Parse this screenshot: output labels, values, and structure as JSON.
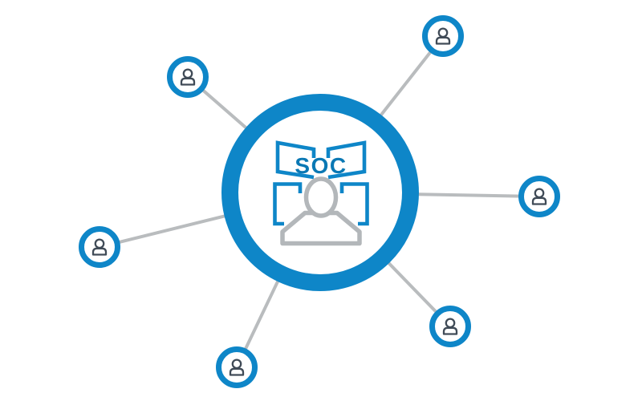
{
  "diagram": {
    "type": "hub-and-spoke",
    "hub": {
      "label": "SOC",
      "icon": "soc-operator-workstation-icon"
    },
    "spokes": [
      {
        "position": "top-left",
        "icon": "user-icon"
      },
      {
        "position": "top-right",
        "icon": "user-icon"
      },
      {
        "position": "right",
        "icon": "user-icon"
      },
      {
        "position": "left",
        "icon": "user-icon"
      },
      {
        "position": "bottom-right",
        "icon": "user-icon"
      },
      {
        "position": "bottom-left",
        "icon": "user-icon"
      }
    ],
    "spoke_count": 6,
    "colors": {
      "accent_blue": "#0e86c8",
      "soc_text_blue": "#0a78b4",
      "connector_gray": "#b9bcbe",
      "operator_gray": "#b3b7ba",
      "user_icon_slate": "#404b57",
      "background": "#ffffff"
    }
  }
}
